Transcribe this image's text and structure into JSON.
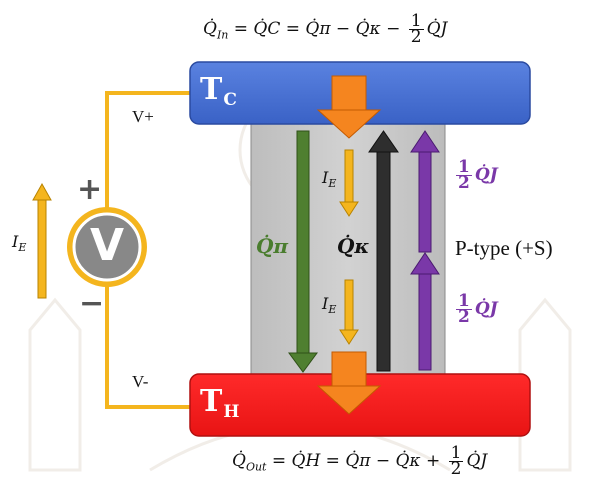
{
  "equations": {
    "top_lhs": "Q̇",
    "top_lhs_sub": "In",
    "top_rest": " = Q̇C = Q̇π − Q̇κ − ",
    "top_tail": "Q̇J",
    "bottom_lhs": "Q̇",
    "bottom_lhs_sub": "Out",
    "bottom_rest": " = Q̇H = Q̇π − Q̇κ + ",
    "bottom_tail": "Q̇J",
    "half_num": "1",
    "half_den": "2"
  },
  "blocks": {
    "cold": {
      "letter": "T",
      "sub": "C",
      "color": "#4a72d6"
    },
    "hot": {
      "letter": "T",
      "sub": "H",
      "color": "#f22020"
    }
  },
  "source": {
    "symbol": "V",
    "plus": "+",
    "minus": "−",
    "v_plus_label": "V+",
    "v_minus_label": "V-"
  },
  "currents": {
    "ie": "I",
    "ie_sub": "E"
  },
  "heat_flows": {
    "peltier": "Q̇π",
    "conduction": "Q̇κ",
    "joule_half_num": "1",
    "joule_half_den": "2",
    "joule": "Q̇J"
  },
  "material": {
    "label": "P-type (+S)"
  },
  "colors": {
    "wire": "#f4b51e",
    "peltier_arrow": "#4f7f30",
    "conduction_arrow": "#2e2e2e",
    "joule_arrow": "#7a38a8",
    "current_arrow": "#f4b51e",
    "flow_arrow": "#f5851f",
    "leg": "#c4c4c4"
  }
}
